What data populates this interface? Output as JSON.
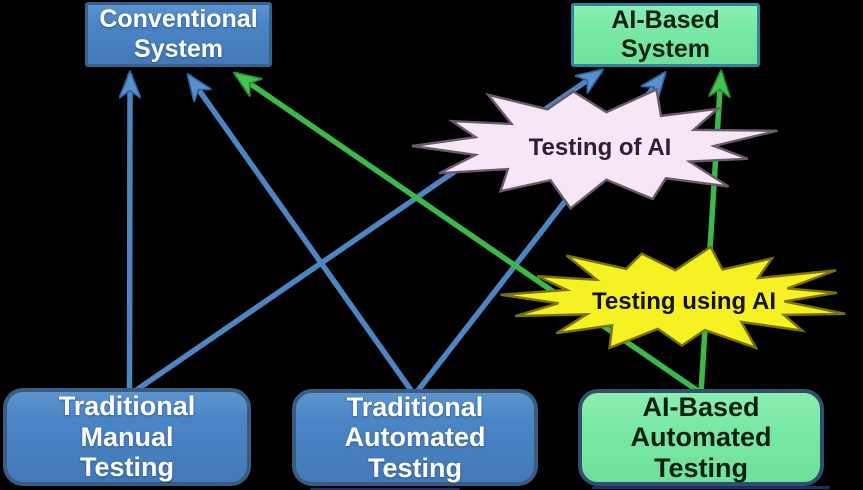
{
  "diagram": {
    "nodes": {
      "conventional_system": {
        "label": "Conventional\nSystem",
        "fill": "#4a85c5",
        "text_color": "#ffffff"
      },
      "ai_based_system": {
        "label": "AI-Based\nSystem",
        "fill": "#79e8a6",
        "text_color": "#111111"
      },
      "testing_of_ai": {
        "label": "Testing of AI",
        "fill": "#f6e6f6",
        "outline": "#6a5a6c",
        "text_color": "#2d2133"
      },
      "testing_using_ai": {
        "label": "Testing using AI",
        "fill": "#f6f122",
        "outline": "#7c7300",
        "text_color": "#111100"
      },
      "traditional_manual_testing": {
        "label": "Traditional\nManual\nTesting",
        "fill": "#4a85c5",
        "text_color": "#ffffff"
      },
      "traditional_automated_testing": {
        "label": "Traditional\nAutomated\nTesting",
        "fill": "#4a85c5",
        "text_color": "#ffffff"
      },
      "ai_based_automated_testing": {
        "label": "AI-Based\nAutomated\nTesting",
        "fill": "#79e8a6",
        "text_color": "#0d2113"
      }
    },
    "edges": [
      {
        "from": "traditional_manual_testing",
        "to": "conventional_system",
        "color": "blue"
      },
      {
        "from": "traditional_manual_testing",
        "to": "ai_based_system",
        "color": "blue",
        "passes_through": "testing_of_ai"
      },
      {
        "from": "traditional_automated_testing",
        "to": "conventional_system",
        "color": "blue"
      },
      {
        "from": "traditional_automated_testing",
        "to": "ai_based_system",
        "color": "blue",
        "passes_through": "testing_of_ai"
      },
      {
        "from": "ai_based_automated_testing",
        "to": "conventional_system",
        "color": "green",
        "passes_through": "testing_using_ai"
      },
      {
        "from": "ai_based_automated_testing",
        "to": "ai_based_system",
        "color": "green",
        "passes_through": "testing_using_ai"
      }
    ],
    "colors": {
      "background": "#000000",
      "arrow_blue": "#4c86c2",
      "arrow_green": "#3cb848",
      "blue_box_fill": "#4a85c5",
      "green_box_fill": "#79e8a6",
      "pink_burst_fill": "#f6e6f6",
      "yellow_burst_fill": "#f6f122"
    }
  }
}
